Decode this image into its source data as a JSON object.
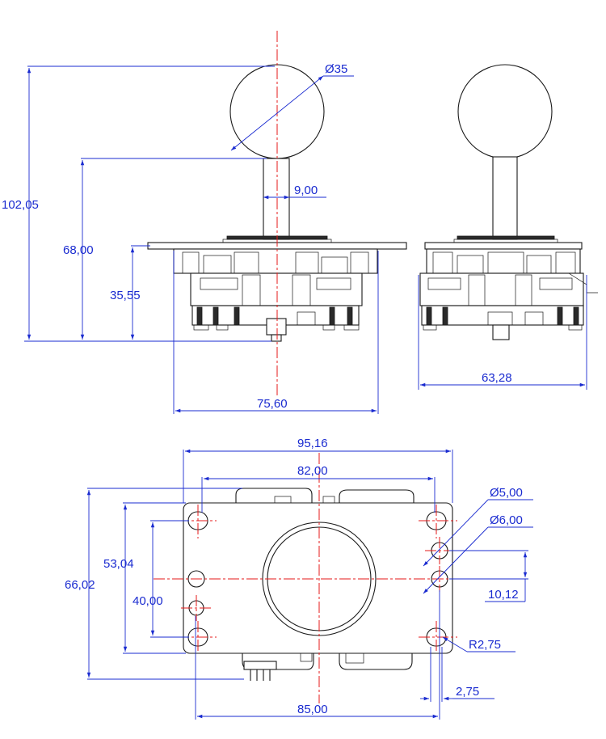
{
  "diagram": {
    "dimensions": {
      "ball_diameter": "Ø35",
      "shaft_width": "9,00",
      "overall_height": "102,05",
      "height_to_ball": "68,00",
      "height_to_plate": "35,55",
      "front_width": "75,60",
      "side_width": "63,28",
      "plate_width": "95,16",
      "hole_spacing_x": "82,00",
      "hole_d5": "Ø5,00",
      "hole_d6": "Ø6,00",
      "hole_offset": "10,12",
      "plate_height": "66,02",
      "hole_spacing_y": "53,04",
      "inner_spacing_y": "40,00",
      "corner_radius": "R2,75",
      "edge_offset": "2,75",
      "base_width": "85,00"
    },
    "colors": {
      "dimension": "#1a2bd0",
      "centerline": "#e41a1a",
      "outline": "#1a1a1a"
    }
  }
}
